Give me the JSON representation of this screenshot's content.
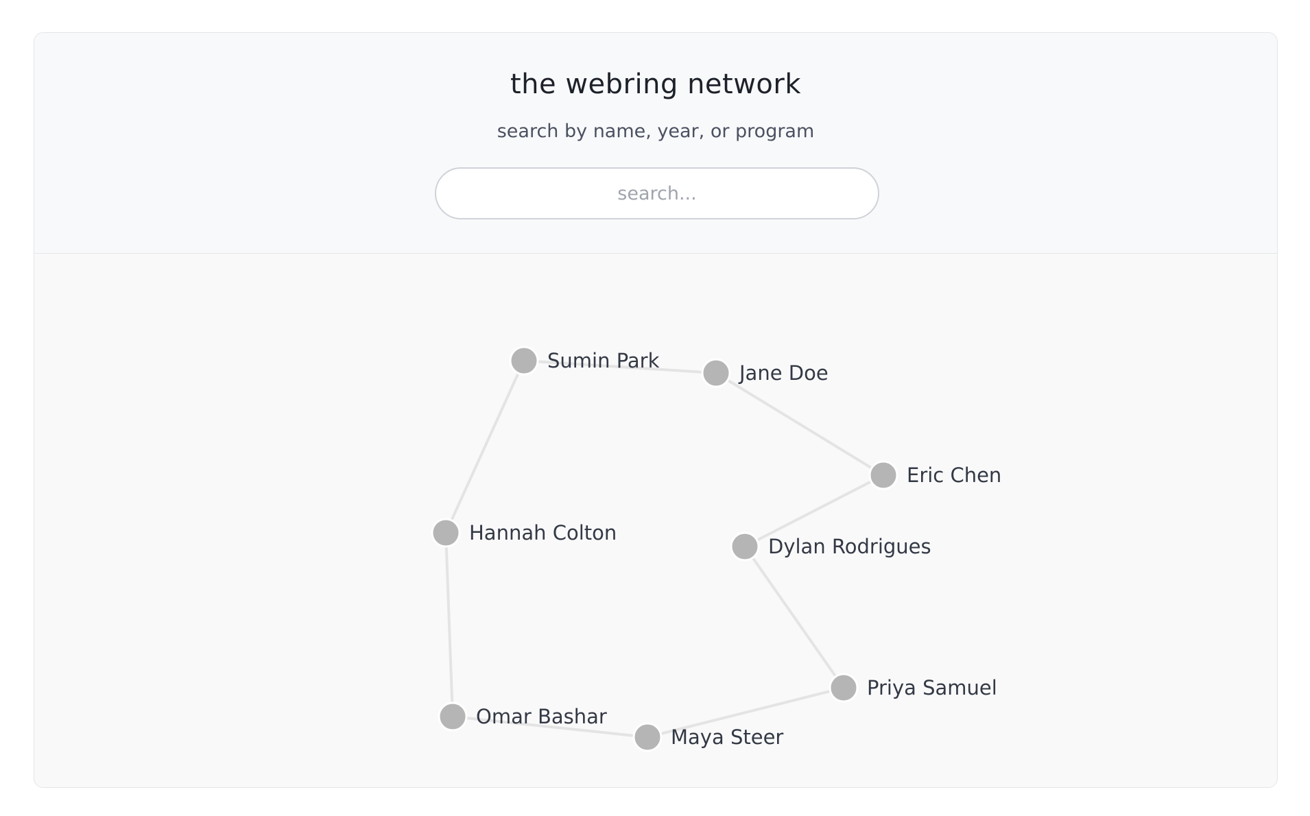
{
  "header": {
    "title": "the webring network",
    "subtitle": "search by name, year, or program"
  },
  "search": {
    "placeholder": "search...",
    "value": ""
  },
  "colors": {
    "node": "#b5b5b5",
    "node_stroke": "#ffffff",
    "edge": "#e4e4e4",
    "label": "#333944"
  },
  "network": {
    "nodes": [
      {
        "id": "sumin",
        "name": "Sumin Park"
      },
      {
        "id": "jane",
        "name": "Jane Doe"
      },
      {
        "id": "eric",
        "name": "Eric Chen"
      },
      {
        "id": "dylan",
        "name": "Dylan Rodrigues"
      },
      {
        "id": "priya",
        "name": "Priya Samuel"
      },
      {
        "id": "maya",
        "name": "Maya Steer"
      },
      {
        "id": "omar",
        "name": "Omar Bashar"
      },
      {
        "id": "hannah",
        "name": "Hannah Colton"
      }
    ],
    "edges": [
      [
        "sumin",
        "jane"
      ],
      [
        "jane",
        "eric"
      ],
      [
        "eric",
        "dylan"
      ],
      [
        "dylan",
        "priya"
      ],
      [
        "priya",
        "maya"
      ],
      [
        "maya",
        "omar"
      ],
      [
        "omar",
        "hannah"
      ],
      [
        "hannah",
        "sumin"
      ]
    ]
  }
}
